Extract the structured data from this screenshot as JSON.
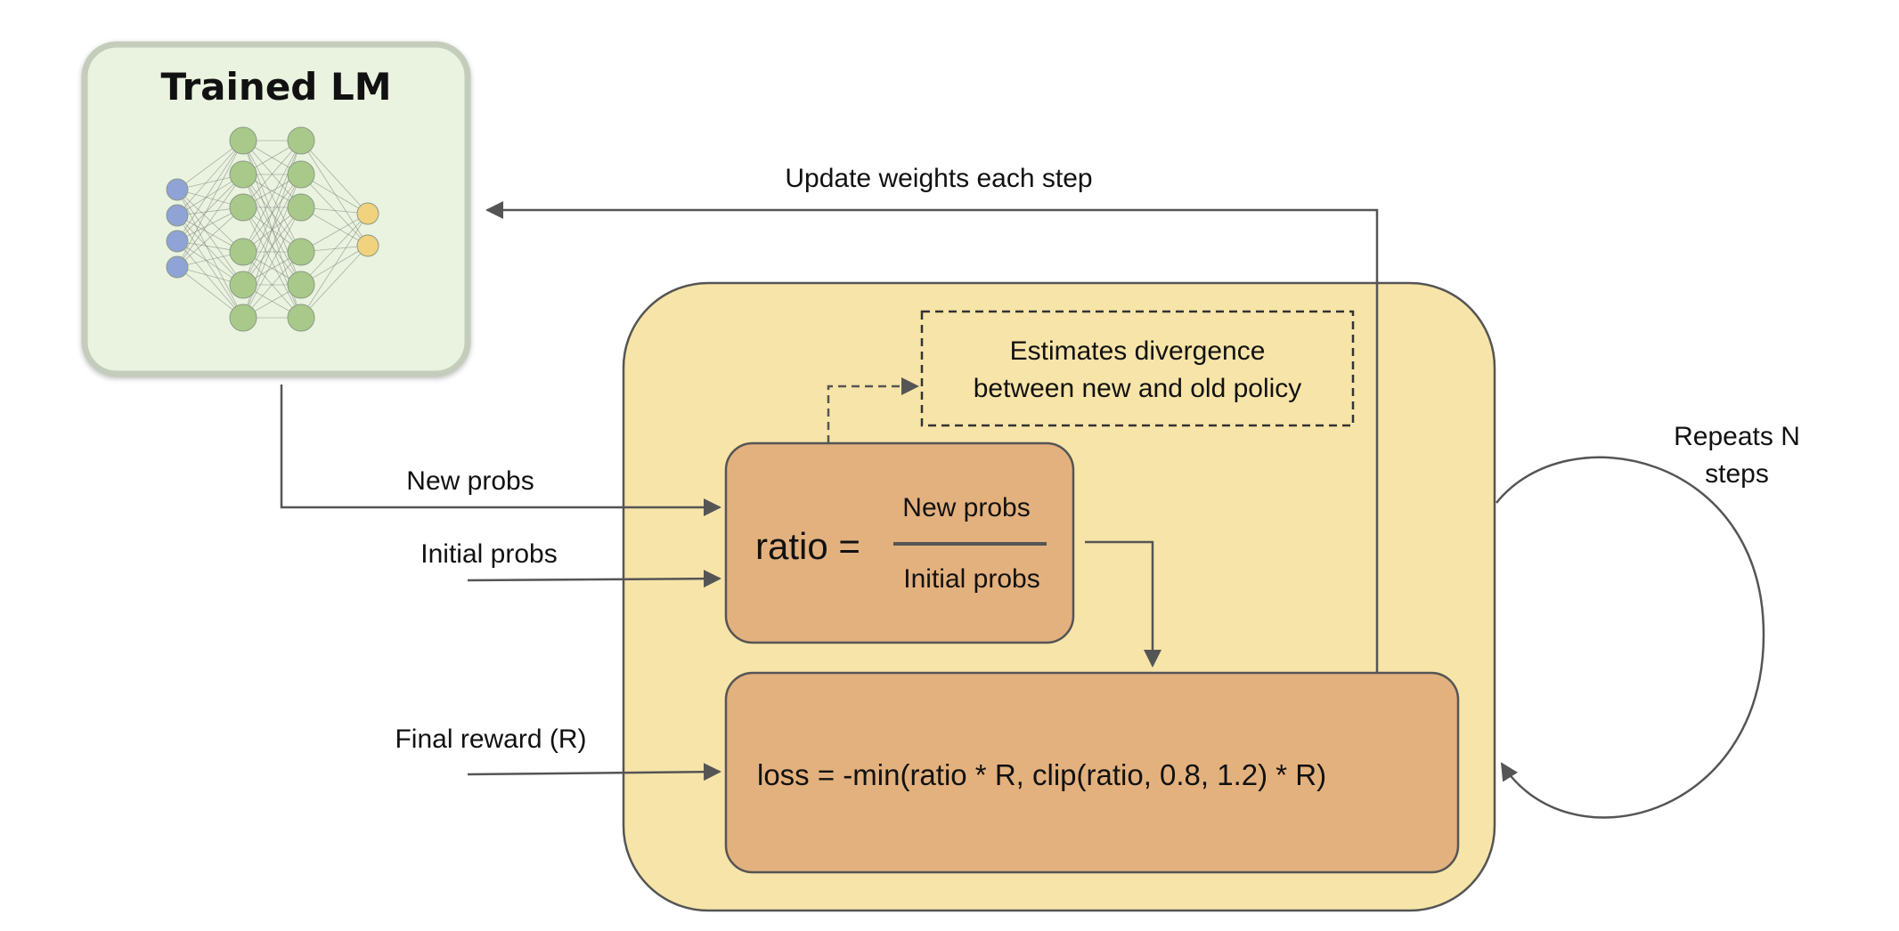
{
  "model_box": {
    "title": "Trained LM"
  },
  "arrows": {
    "update_weights": "Update weights each step",
    "new_probs": "New probs",
    "initial_probs": "Initial probs",
    "final_reward": "Final reward (R)",
    "repeats_line1": "Repeats N",
    "repeats_line2": "steps"
  },
  "divergence_note": {
    "line1": "Estimates divergence",
    "line2": "between new and old policy"
  },
  "ratio_box": {
    "lhs": "ratio =",
    "numerator": "New probs",
    "denominator": "Initial probs"
  },
  "loss_box": {
    "formula": "loss = -min(ratio * R, clip(ratio, 0.8, 1.2) * R)"
  },
  "colors": {
    "model_box_fill": "#eaf3df",
    "model_box_border": "#c4ccbc",
    "loop_container_fill": "#f7e4a8",
    "inner_box_fill": "#e3b17e",
    "box_border": "#555555",
    "input_node": "#8fa3d6",
    "hidden_node": "#a9c98a",
    "output_node": "#f1d27e"
  }
}
